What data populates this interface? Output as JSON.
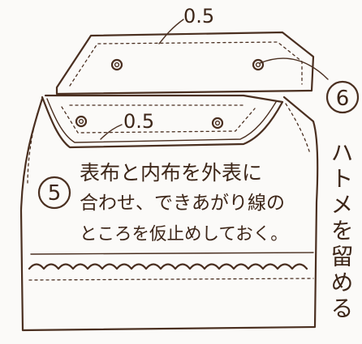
{
  "labels": {
    "measure_top": "0.5",
    "measure_front": "0.5",
    "step5_number": "5",
    "step5_text_line1": "表布と内布を外表に",
    "step5_text_line2": "合わせ、できあがり線の",
    "step5_text_line3": "ところを仮止めしておく。",
    "step6_number": "6",
    "step6_text": "ハトメを留める"
  }
}
